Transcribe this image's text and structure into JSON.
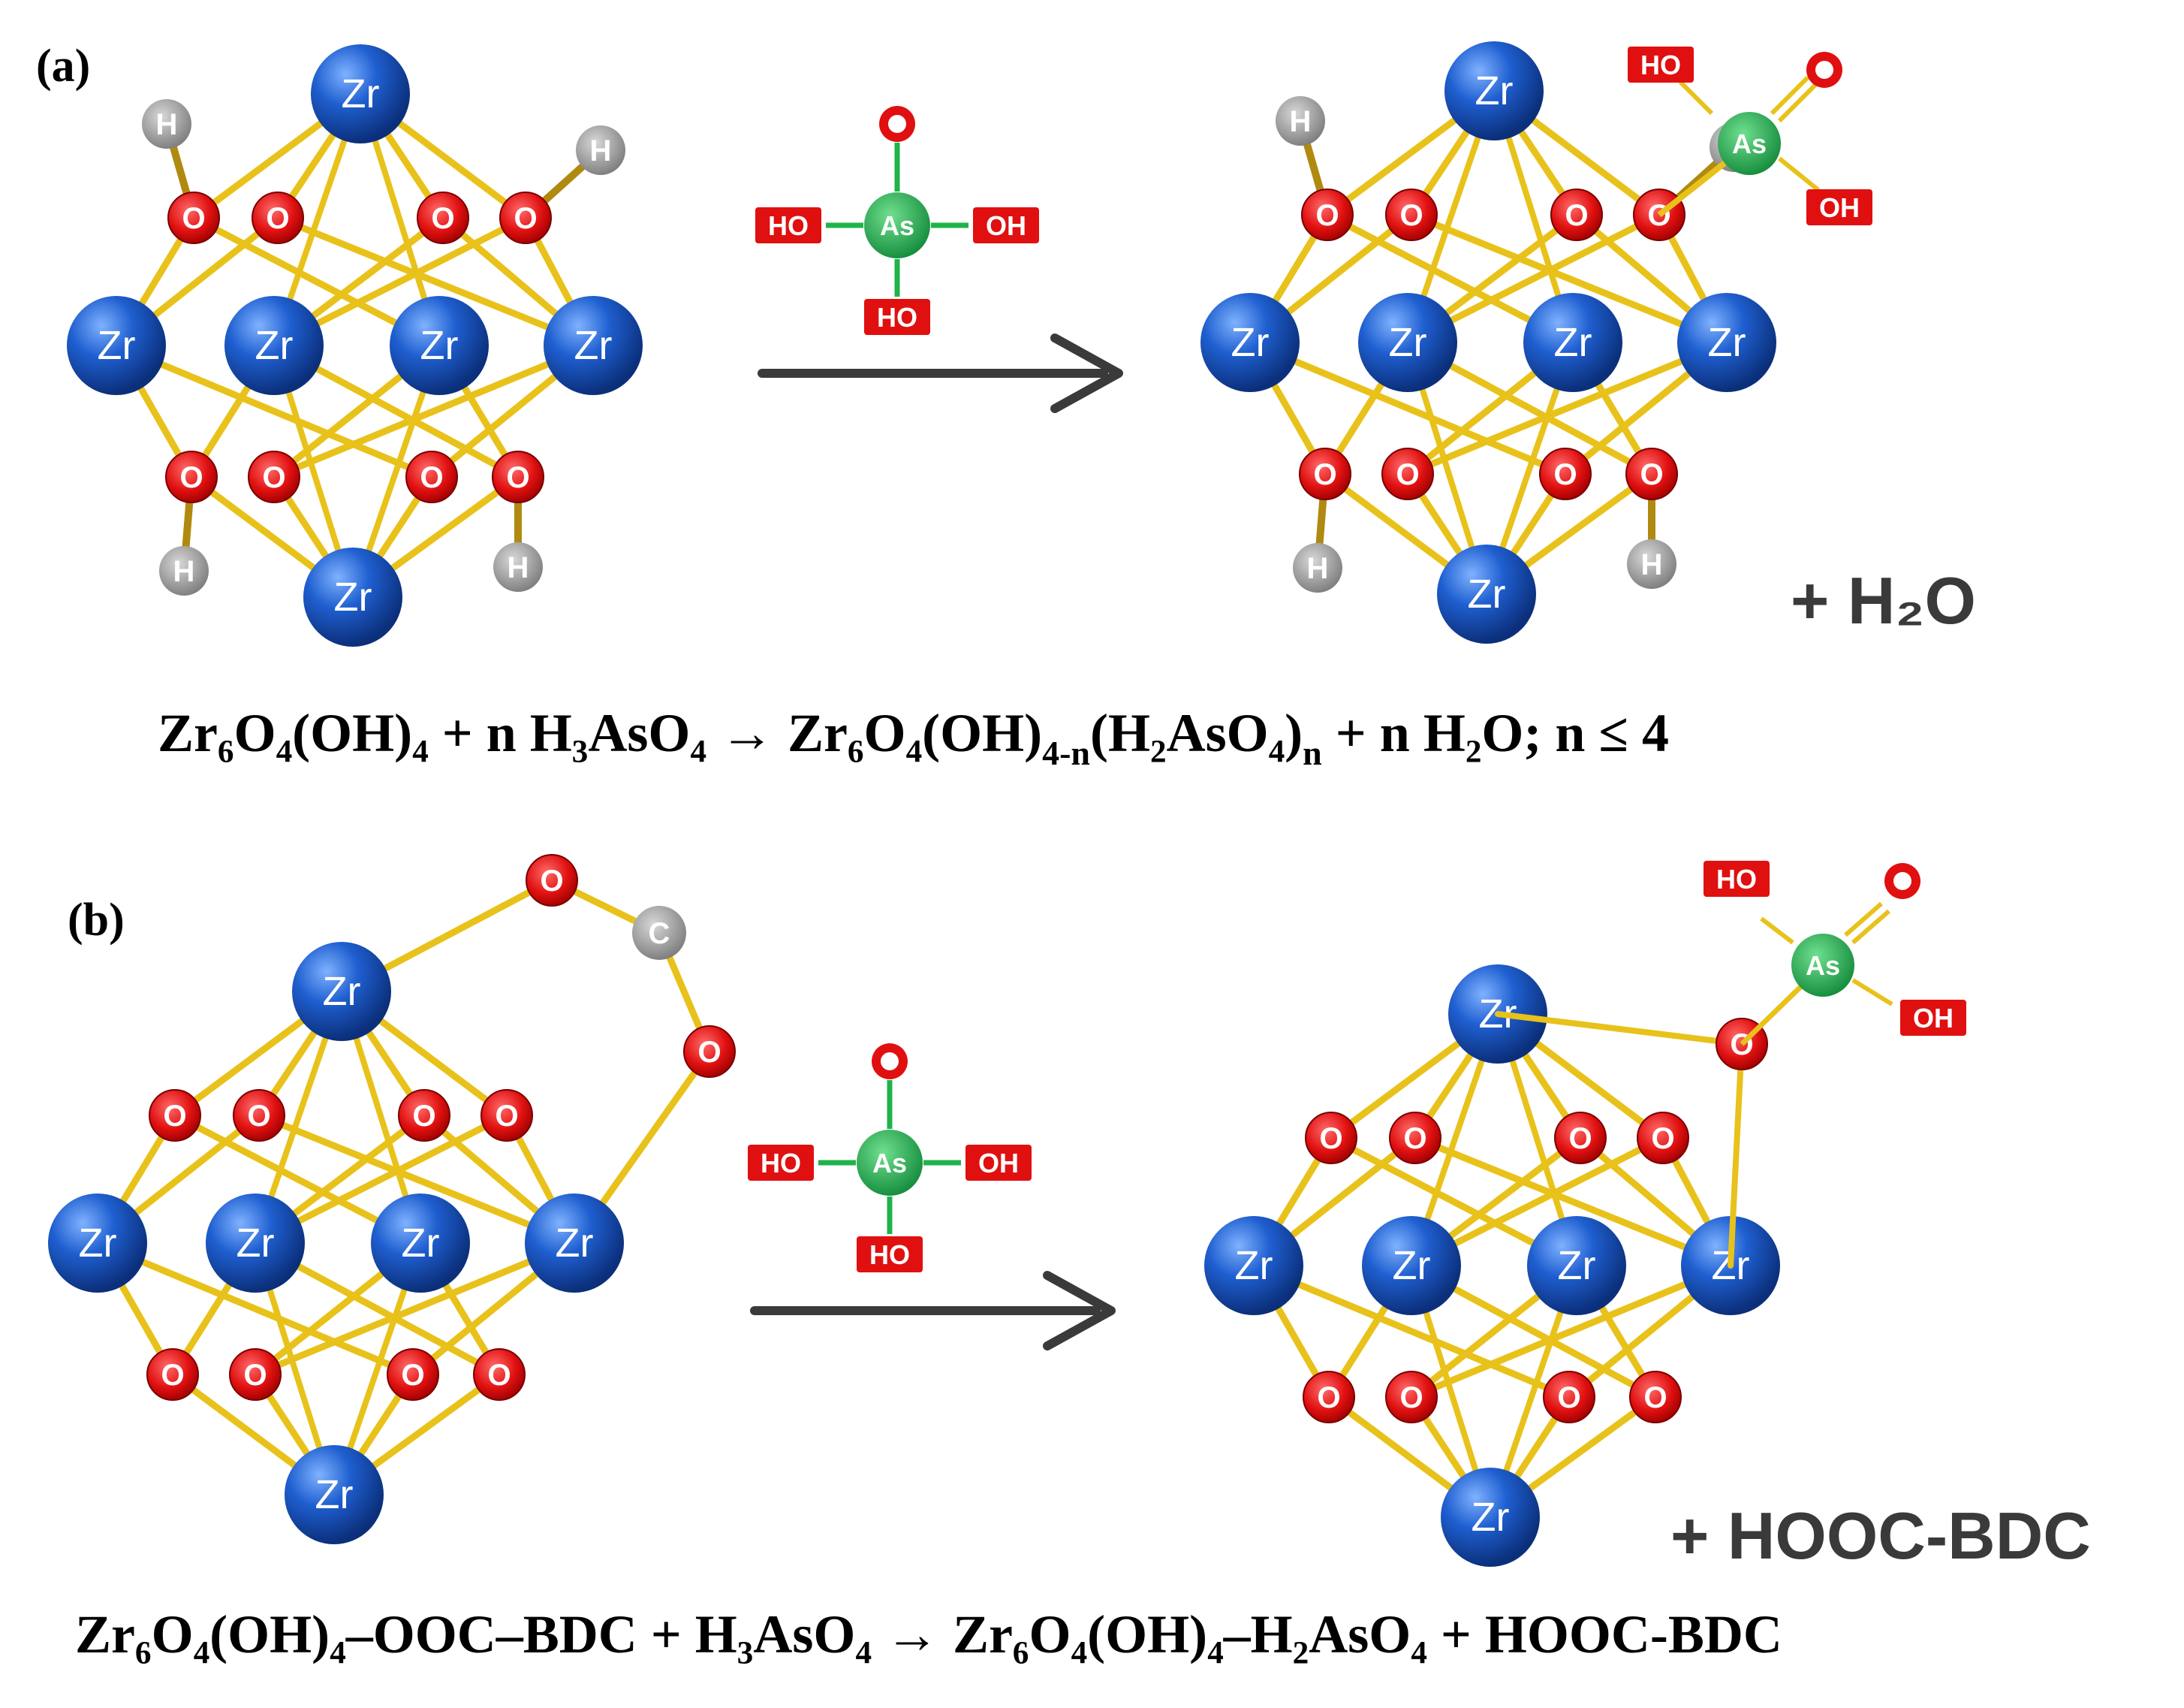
{
  "colors": {
    "zr": "#1a57c4",
    "oxygen": "#e01010",
    "hydrogen": "#9a9a9a",
    "carbon": "#8a8a8a",
    "arsenic": "#1fb34a",
    "bond": "#e8c21a",
    "arrow": "#3a3a3a"
  },
  "labels": {
    "zr": "Zr",
    "o": "O",
    "h": "H",
    "c": "C",
    "as": "As",
    "ho": "HO",
    "oh": "OH"
  },
  "panels": {
    "a": {
      "label": "(a)",
      "byproduct": "+ H₂O",
      "equation": {
        "lhs1": "Zr₆O₄(OH)₄ + n H₃AsO₄ ",
        "arrow": "→",
        "rhs1": " Zr₆O₄(OH)",
        "rhs_sub": "4-n",
        "rhs2": "(H₂AsO₄)",
        "rhs_sub2": "n",
        "rhs3": " + n H₂O; n ≤ 4"
      }
    },
    "b": {
      "label": "(b)",
      "byproduct": "+ HOOC-BDC",
      "equation": {
        "lhs1": "Zr₆O₄(OH)₄–OOC–BDC + H₃AsO₄ ",
        "arrow": "→",
        "rhs1": " Zr₆O₄(OH)₄–H₂AsO₄ + HOOC-BDC"
      }
    }
  }
}
